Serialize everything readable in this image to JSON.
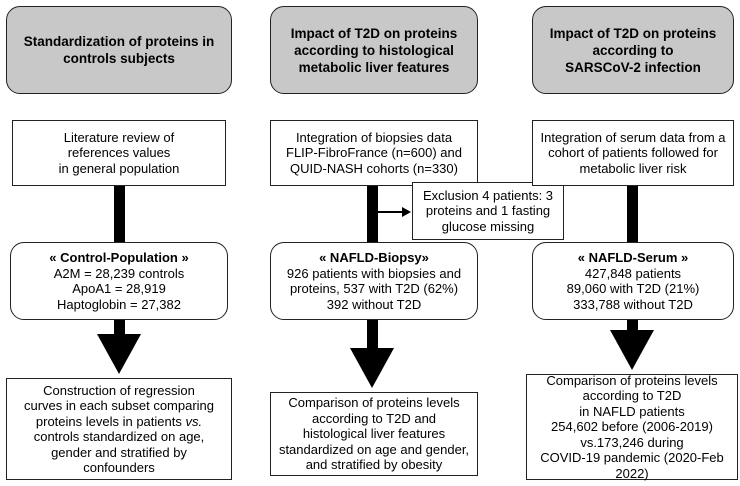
{
  "columns": [
    {
      "header": [
        "Standardization of proteins in",
        "controls subjects"
      ],
      "step1": [
        "Literature review of",
        "references values",
        "in general population"
      ],
      "group_title": "« Control-Population »",
      "group_lines": [
        "A2M = 28,239 controls",
        "ApoA1 = 28,919",
        "Haptoglobin = 27,382"
      ],
      "outcome": [
        "Construction of regression",
        "curves in each subset comparing",
        "proteins levels in patients vs.",
        "controls standardized on age,",
        "gender and stratified by",
        "confounders"
      ]
    },
    {
      "header": [
        "Impact of T2D on proteins",
        "according to histological",
        "metabolic liver features"
      ],
      "step1": [
        "Integration of biopsies data",
        "FLIP-FibroFrance (n=600) and",
        "QUID-NASH cohorts (n=330)"
      ],
      "exclusion": [
        "Exclusion 4 patients: 3",
        "proteins and 1 fasting",
        "glucose missing"
      ],
      "group_title": "« NAFLD-Biopsy»",
      "group_lines": [
        "926 patients with biopsies and",
        "proteins, 537 with T2D (62%)",
        "392 without T2D"
      ],
      "outcome": [
        "Comparison of proteins levels",
        "according to T2D and",
        "histological liver features",
        "standardized on age and gender,",
        "and stratified by obesity"
      ]
    },
    {
      "header": [
        "Impact of T2D on proteins",
        "according to",
        "SARSCoV-2 infection"
      ],
      "step1": [
        "Integration of serum data from a",
        "cohort of patients followed for",
        "metabolic liver risk"
      ],
      "group_title": "« NAFLD-Serum »",
      "group_lines": [
        "427,848 patients",
        "89,060 with T2D (21%)",
        "333,788 without T2D"
      ],
      "outcome": [
        "Comparison of proteins levels",
        "according to T2D",
        "in NAFLD patients",
        "254,602 before (2006-2019)",
        "vs.173,246 during",
        "COVID-19 pandemic (2020-Feb 2022)"
      ]
    }
  ]
}
